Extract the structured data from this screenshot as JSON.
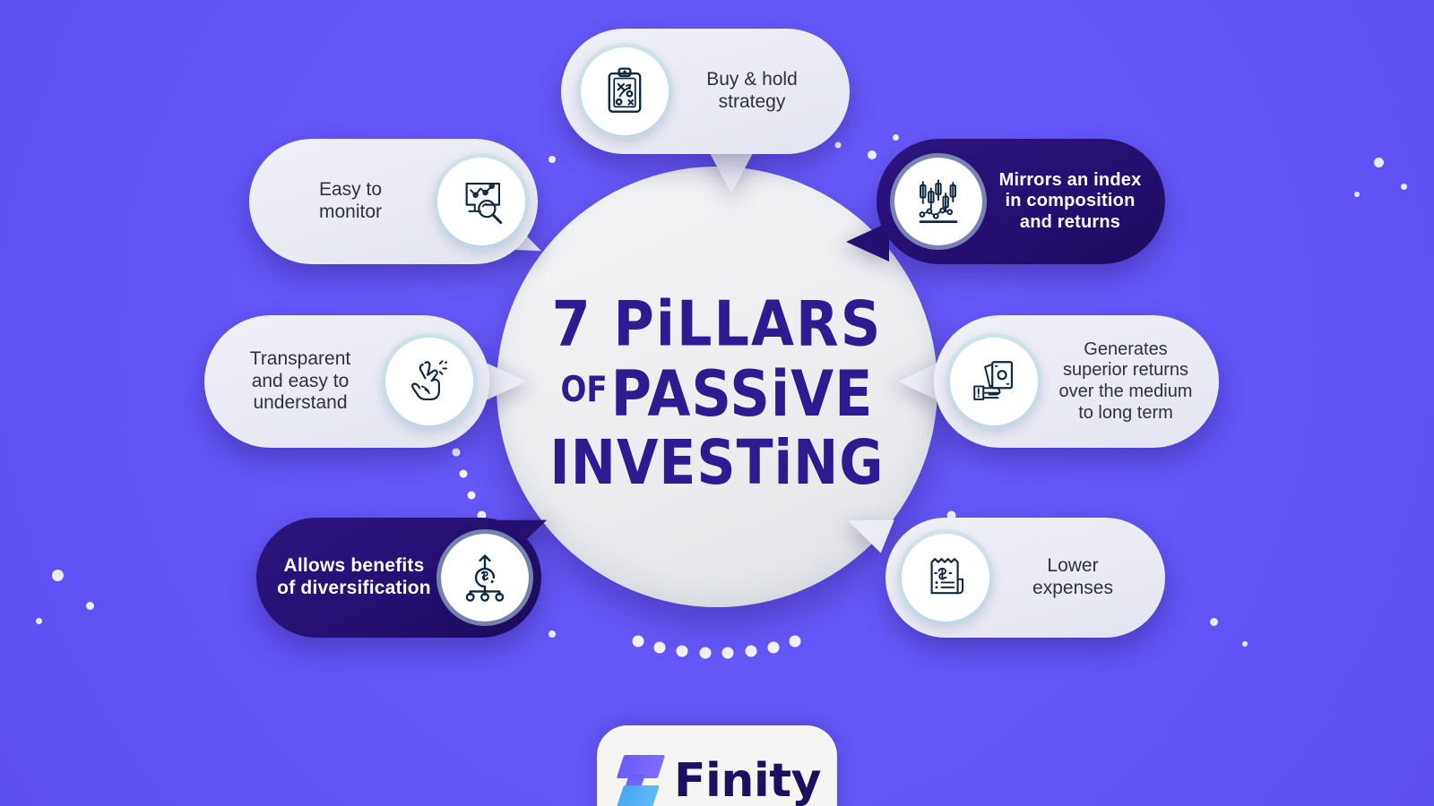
{
  "page": {
    "title": "7 Pillars of Passive Investing",
    "background_color": "#6355F7"
  },
  "center": {
    "line1": "7 PiLLARS",
    "line_of": "OF",
    "line2": "PASSiVE",
    "line3": "INVESTiNG",
    "text_color": "#2C1B91",
    "circle_color": "#ECEEF0"
  },
  "pillars": [
    {
      "id": "buy-hold",
      "label": "Buy & hold\nstrategy",
      "icon": "clipboard-strategy-icon",
      "theme": "light",
      "position": "top"
    },
    {
      "id": "mirrors-index",
      "label": "Mirrors an index\nin composition\nand returns",
      "icon": "candlestick-chart-icon",
      "theme": "dark",
      "position": "top-right"
    },
    {
      "id": "superior-returns",
      "label": "Generates\nsuperior returns\nover the medium\nto long term",
      "icon": "hand-holding-cash-icon",
      "theme": "light",
      "position": "right"
    },
    {
      "id": "lower-expenses",
      "label": "Lower\nexpenses",
      "icon": "receipt-dollar-icon",
      "theme": "light",
      "position": "bottom-right"
    },
    {
      "id": "diversification",
      "label": "Allows benefits\nof diversification",
      "icon": "diversification-tree-icon",
      "theme": "dark",
      "position": "bottom-left"
    },
    {
      "id": "transparent",
      "label": "Transparent\nand easy to\nunderstand",
      "icon": "finger-snap-icon",
      "theme": "light",
      "position": "left"
    },
    {
      "id": "easy-monitor",
      "label": "Easy to\nmonitor",
      "icon": "monitor-magnifier-icon",
      "theme": "light",
      "position": "top-left"
    }
  ],
  "logo": {
    "name": "Finity",
    "mark_colors": [
      "#6A5BF7",
      "#49A6F2"
    ],
    "text_color": "#1A1160"
  },
  "theme": {
    "light_bubble": "#E9EAF4",
    "dark_bubble": "#271273",
    "icon_stroke": "#10283F",
    "dot_color": "#FFFFFF"
  }
}
